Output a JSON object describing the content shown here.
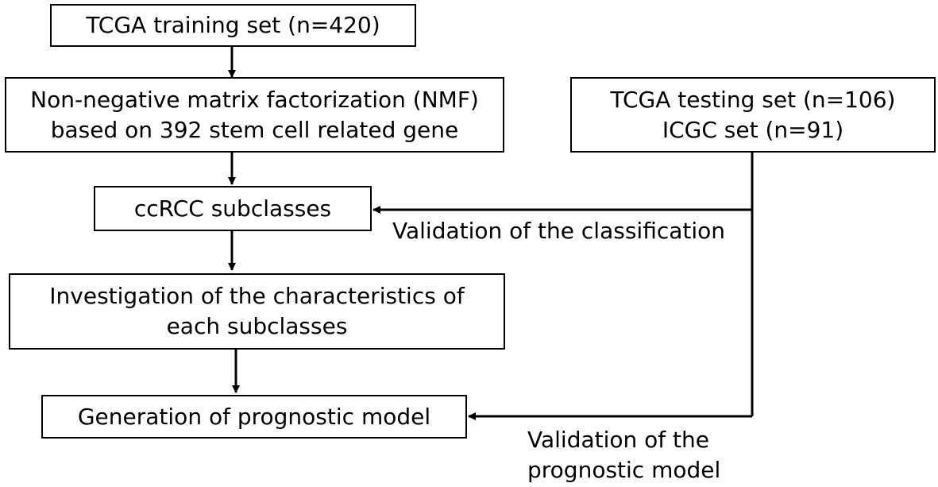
{
  "nodes": {
    "training": {
      "lines": [
        "TCGA training set (n=420)"
      ]
    },
    "nmf": {
      "lines": [
        "Non-negative matrix factorization (NMF)",
        "based on 392 stem cell related gene"
      ]
    },
    "testing": {
      "lines": [
        "TCGA testing set (n=106)",
        "ICGC set (n=91)"
      ]
    },
    "subclasses": {
      "lines": [
        "ccRCC subclasses"
      ]
    },
    "investigation": {
      "lines": [
        "Investigation of the characteristics of",
        "each subclasses"
      ]
    },
    "model": {
      "lines": [
        "Generation of prognostic model"
      ]
    }
  },
  "edge_labels": {
    "classification": {
      "lines": [
        "Validation of the classification"
      ]
    },
    "prognostic": {
      "lines": [
        "Validation of the",
        "prognostic model"
      ]
    }
  }
}
